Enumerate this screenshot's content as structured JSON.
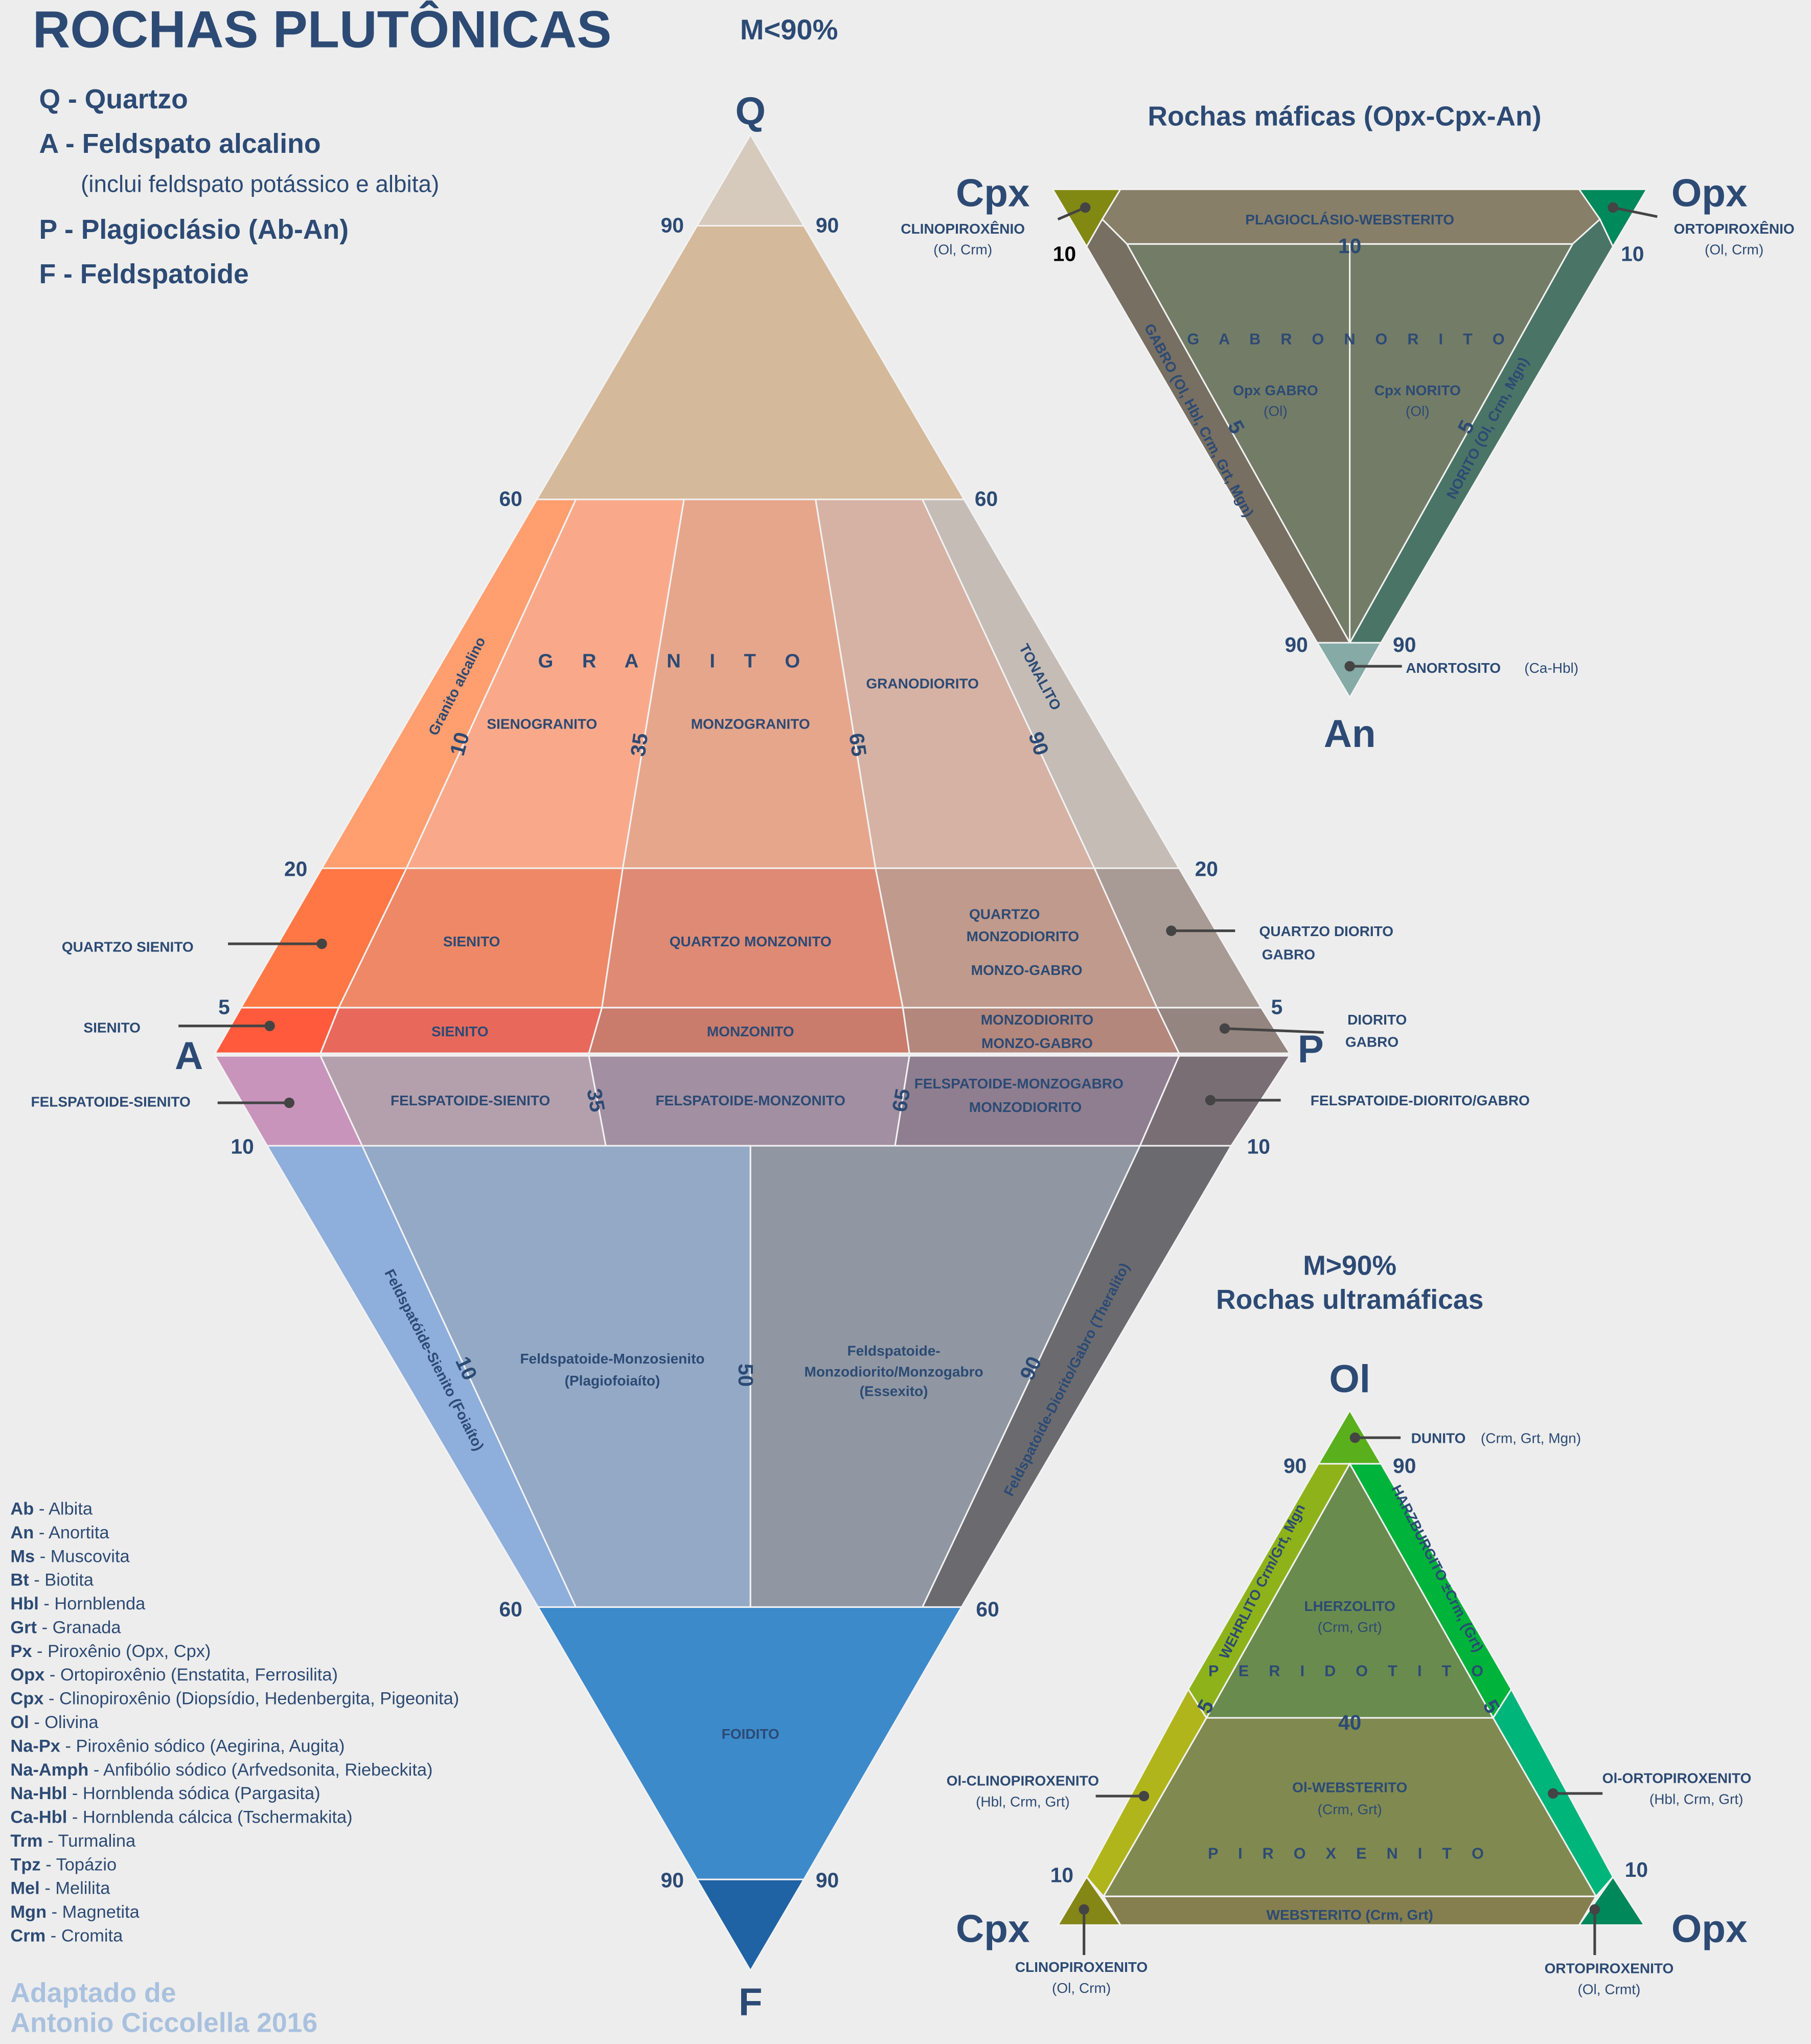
{
  "title": "ROCHAS PLUTÔNICAS",
  "subtitle": "M<90%",
  "key": [
    "Q - Quartzo",
    "A - Feldspato alcalino",
    "(inclui feldspato potássico e albita)",
    "P - Plagioclásio (Ab-An)",
    "F - Feldspatoide"
  ],
  "qapf": {
    "vertices": {
      "q": "Q",
      "a": "A",
      "p": "P",
      "f": "F"
    },
    "ticks": {
      "90": "90",
      "60": "60",
      "20": "20",
      "5": "5",
      "10": "10",
      "35": "35",
      "65": "65",
      "50": "50"
    },
    "fields": {
      "granite": "G R A N I T O",
      "alkali_granite": "Granito alcalino",
      "syenogranite": "SIENOGRANITO",
      "monzogranite": "MONZOGRANITO",
      "granodiorite": "GRANODIORITO",
      "tonalite": "TONALITO",
      "quartz_alk_syenite": "QUARTZO SIENITO",
      "quartz_syenite": "SIENITO",
      "quartz_monzonite": "QUARTZO MONZONITO",
      "quartz_monzodiorite_1": "QUARTZO",
      "quartz_monzodiorite_2": "MONZODIORITO",
      "quartz_monzogabbro": "MONZO-GABRO",
      "quartz_diorite": "QUARTZO DIORITO",
      "quartz_gabbro": "GABRO",
      "alk_syenite": "SIENITO",
      "syenite": "SIENITO",
      "monzonite": "MONZONITO",
      "monzodiorite": "MONZODIORITO",
      "monzogabbro": "MONZO-GABRO",
      "diorite": "DIORITO",
      "gabbro": "GABRO",
      "foid_alk_syenite": "FELSPATOIDE-SIENITO",
      "foid_syenite": "FELSPATOIDE-SIENITO",
      "foid_monzonite": "FELSPATOIDE-MONZONITO",
      "foid_monzogabbro": "FELSPATOIDE-MONZOGABRO",
      "foid_monzodiorite": "MONZODIORITO",
      "foid_diorite": "FELSPATOIDE-DIORITO/GABRO",
      "foid_syenite_low": "Feldspatóide-Sienito (Foiaíto)",
      "foid_monzosyenite_1": "Feldspatoide-Monzosienito",
      "foid_monzosyenite_2": "(Plagiofoiaíto)",
      "foid_monzodiorite_1": "Feldspatoide-",
      "foid_monzodiorite_2": "Monzodiorito/Monzogabro",
      "foid_monzodiorite_3": "(Essexito)",
      "foid_gabbro_low": "Feldspatoide-Diorito/Gabro (Theralito)",
      "foidite": "FOIDITO"
    }
  },
  "mafic": {
    "title": "Rochas máficas (Opx-Cpx-An)",
    "cpx": "Cpx",
    "opx": "Opx",
    "an": "An",
    "clinopyroxenite": "CLINOPIROXÊNIO",
    "clino_sub": "(Ol, Crm)",
    "orthopyroxenite": "ORTOPIROXÊNIO",
    "ortho_sub": "(Ol, Crm)",
    "plag_websterite": "PLAGIOCLÁSIO-WEBSTERITO",
    "gabbronorite": "G A B R O N O R I T O",
    "opx_gabbro": "Opx GABRO",
    "opx_gabbro_sub": "(Ol)",
    "cpx_norite": "Cpx NORITO",
    "cpx_norite_sub": "(Ol)",
    "gabbro": "GABRO (Ol, Hbl, Crm, Grt, Mgn)",
    "norite": "NORITO (Ol, Crm, Mgn)",
    "anorthosite": "ANORTOSITO",
    "anorthosite_sub": "(Ca-Hbl)",
    "t10": "10",
    "t5": "5",
    "t90": "90"
  },
  "ultramafic": {
    "title1": "M>90%",
    "title2": "Rochas ultramáficas",
    "ol": "Ol",
    "cpx": "Cpx",
    "opx": "Opx",
    "dunite": "DUNITO",
    "dunite_sub": "(Crm, Grt, Mgn)",
    "wehrlite": "WEHRLITO Crm/Grt, Mgn",
    "harzburgite": "HARZBURGITO ±Crm, (Grt)",
    "lherzolite": "LHERZOLITO",
    "lherzolite_sub": "(Crm, Grt)",
    "peridotite": "P E R I D O T I T O",
    "ol_websterite": "Ol-WEBSTERITO",
    "ol_websterite_sub": "(Crm, Grt)",
    "pyroxenite": "P I R O X E N I T O",
    "websterite": "WEBSTERITO (Crm, Grt)",
    "ol_cpxite": "Ol-CLINOPIROXENITO",
    "ol_cpxite_sub": "(Hbl, Crm, Grt)",
    "ol_opxite": "Ol-ORTOPIROXENITO",
    "ol_opxite_sub": "(Hbl, Crm, Grt)",
    "cpxite": "CLINOPIROXENITO",
    "cpxite_sub": "(Ol, Crm)",
    "opxite": "ORTOPIROXENITO",
    "opxite_sub": "(Ol, Crmt)",
    "t90": "90",
    "t5": "5",
    "t40": "40",
    "t10": "10"
  },
  "abbreviations": [
    [
      "Ab",
      "- Albita"
    ],
    [
      "An",
      "- Anortita"
    ],
    [
      "Ms",
      "- Muscovita"
    ],
    [
      "Bt",
      "- Biotita"
    ],
    [
      "Hbl",
      "- Hornblenda"
    ],
    [
      "Grt",
      "- Granada"
    ],
    [
      "Px",
      "- Piroxênio (Opx, Cpx)"
    ],
    [
      "Opx",
      "- Ortopiroxênio (Enstatita, Ferrosilita)"
    ],
    [
      "Cpx",
      "- Clinopiroxênio (Diopsídio, Hedenbergita, Pigeonita)"
    ],
    [
      "Ol",
      "- Olivina"
    ],
    [
      "Na-Px",
      "- Piroxênio sódico (Aegirina, Augita)"
    ],
    [
      "Na-Amph",
      "- Anfibólio sódico (Arfvedsonita, Riebeckita)"
    ],
    [
      "Na-Hbl",
      "- Hornblenda sódica (Pargasita)"
    ],
    [
      "Ca-Hbl",
      "- Hornblenda cálcica (Tschermakita)"
    ],
    [
      "Trm",
      "- Turmalina"
    ],
    [
      "Tpz",
      "- Topázio"
    ],
    [
      "Mel",
      "- Melilita"
    ],
    [
      "Mgn",
      "- Magnetita"
    ],
    [
      "Crm",
      "- Cromita"
    ]
  ],
  "credit": [
    "Adaptado de",
    "Antonio Ciccolella 2016"
  ]
}
